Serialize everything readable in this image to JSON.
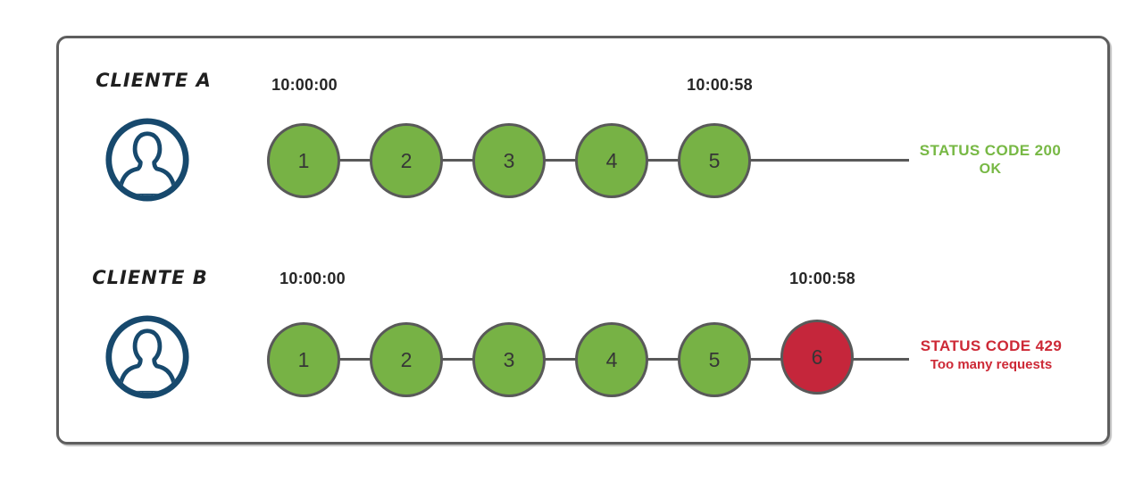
{
  "diagram": {
    "description": "rate-limit-comparison-diagram",
    "colors": {
      "success_green": "#77b245",
      "error_red": "#c5263b",
      "status_text_green": "#77b844",
      "status_text_red": "#cd2936",
      "avatar_navy": "#17496d",
      "stroke_gray": "#595959"
    }
  },
  "clients": [
    {
      "label": "CLIENTE A",
      "start_time": "10:00:00",
      "end_time": "10:00:58",
      "requests": [
        "1",
        "2",
        "3",
        "4",
        "5"
      ],
      "status_line1": "STATUS CODE 200",
      "status_line2": "OK"
    },
    {
      "label": "CLIENTE B",
      "start_time": "10:00:00",
      "end_time": "10:00:58",
      "requests": [
        "1",
        "2",
        "3",
        "4",
        "5",
        "6"
      ],
      "status_line1": "STATUS CODE 429",
      "status_line2": "Too many requests"
    }
  ],
  "icons": {
    "avatar": "user-avatar-icon"
  }
}
